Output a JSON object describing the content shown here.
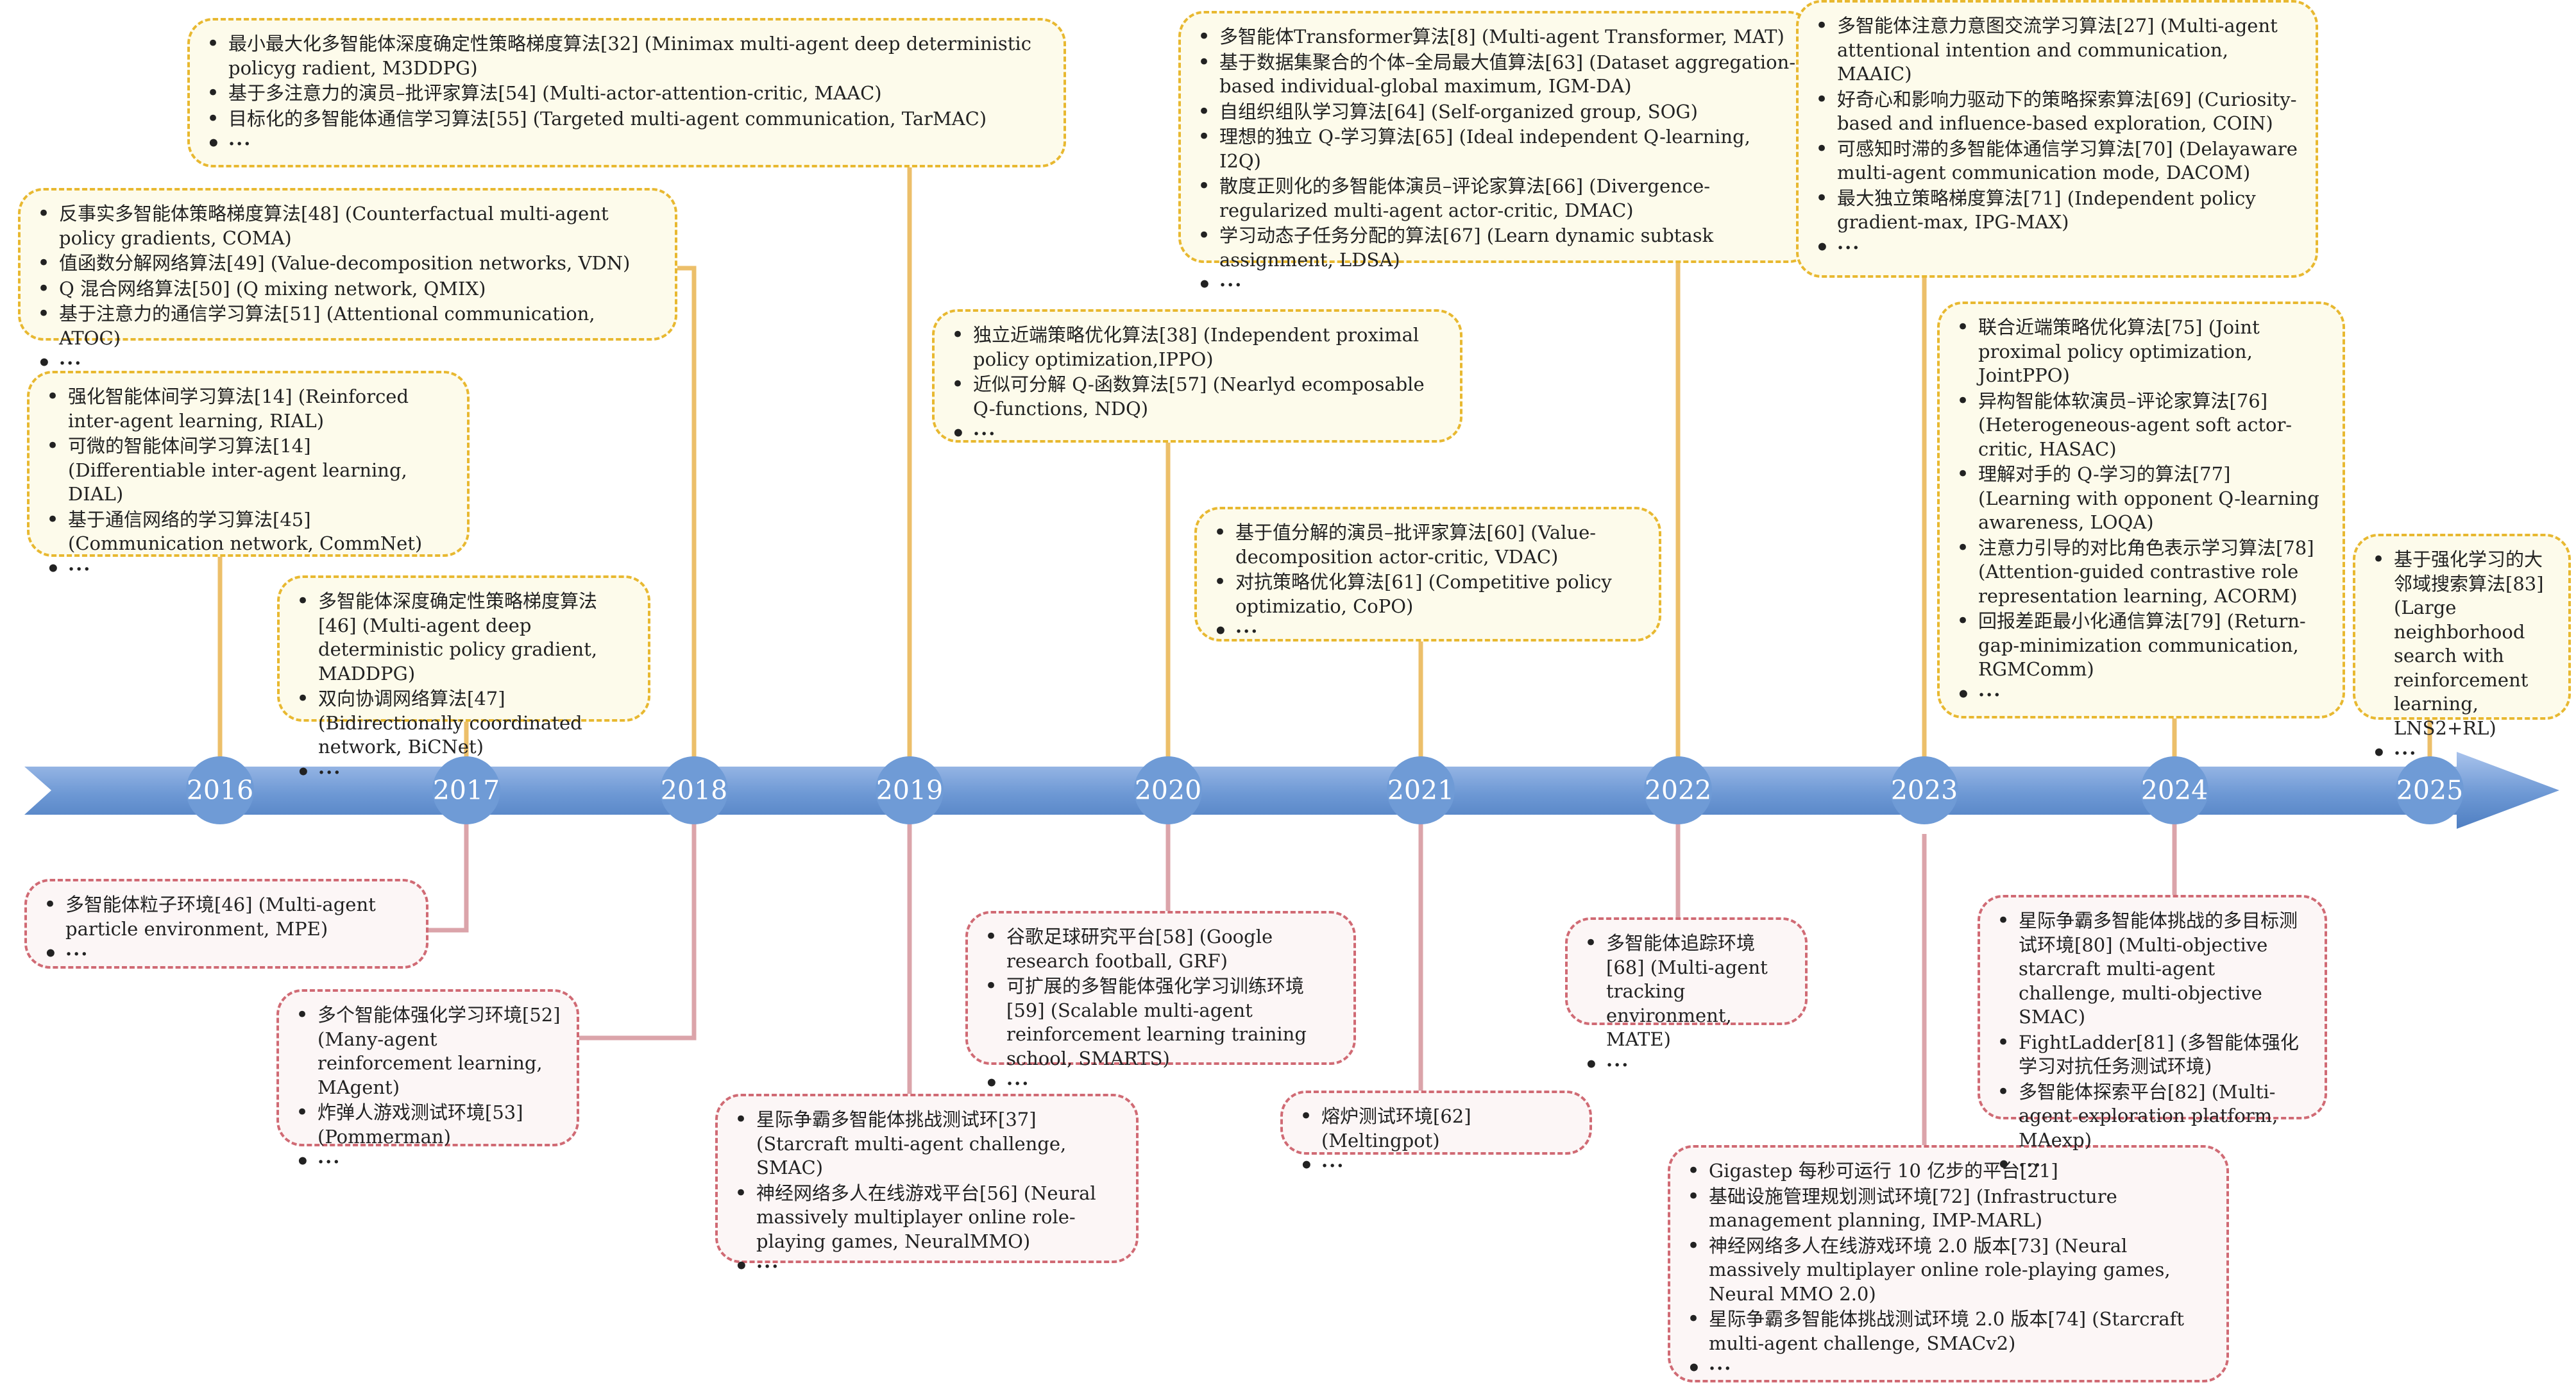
{
  "years": [
    "2016",
    "2017",
    "2018",
    "2019",
    "2020",
    "2021",
    "2022",
    "2023",
    "2024",
    "2025"
  ],
  "colors": {
    "axis": "#6b95d0",
    "year_marker": "#6f9bd6",
    "algorithm_border": "#e8b830",
    "algorithm_fill": "#fdfbeb",
    "environment_border": "#d06a74",
    "environment_fill": "#fcf6f6",
    "algorithm_link": "#ecbf6a",
    "environment_link": "#dba4aa"
  },
  "algorithm_boxes": [
    {
      "id": "a2018",
      "items": [
        "最小最大化多智能体深度确定性策略梯度算法[32] (Minimax multi-agent deep deterministic policyg radient, M3DDPG)",
        "基于多注意力的演员–批评家算法[54] (Multi-actor-attention-critic, MAAC)",
        "目标化的多智能体通信学习算法[55] (Targeted multi-agent communication, TarMAC)",
        "···"
      ]
    },
    {
      "id": "a2017",
      "items": [
        "反事实多智能体策略梯度算法[48] (Counterfactual multi-agent policy gradients, COMA)",
        "值函数分解网络算法[49] (Value-decomposition networks, VDN)",
        "Q 混合网络算法[50] (Q mixing network, QMIX)",
        "基于注意力的通信学习算法[51] (Attentional communication, ATOC)",
        "···"
      ]
    },
    {
      "id": "a2016",
      "items": [
        "强化智能体间学习算法[14] (Reinforced inter-agent learning, RIAL)",
        "可微的智能体间学习算法[14] (Differentiable inter-agent learning, DIAL)",
        "基于通信网络的学习算法[45] (Communication network, CommNet)",
        "···"
      ]
    },
    {
      "id": "a2017b",
      "items": [
        "多智能体深度确定性策略梯度算法[46] (Multi-agent deep deterministic policy gradient, MADDPG)",
        "双向协调网络算法[47] (Bidirectionally coordinated network, BiCNet)",
        "···"
      ]
    },
    {
      "id": "a2020",
      "items": [
        "独立近端策略优化算法[38] (Independent proximal policy optimization,IPPO)",
        "近似可分解 Q-函数算法[57] (Nearlyd ecomposable Q-functions, NDQ)",
        "···"
      ]
    },
    {
      "id": "a2022",
      "items": [
        "多智能体Transformer算法[8] (Multi-agent Transformer, MAT)",
        "基于数据集聚合的个体–全局最大值算法[63] (Dataset aggregation-based individual-global maximum, IGM-DA)",
        "自组织组队学习算法[64] (Self-organized group, SOG)",
        "理想的独立 Q-学习算法[65] (Ideal independent Q-learning, I2Q)",
        "散度正则化的多智能体演员–评论家算法[66] (Divergence-regularized multi-agent actor-critic, DMAC)",
        "学习动态子任务分配的算法[67] (Learn dynamic subtask assignment, LDSA)",
        "···"
      ]
    },
    {
      "id": "a2021",
      "items": [
        "基于值分解的演员–批评家算法[60] (Value-decomposition actor-critic, VDAC)",
        "对抗策略优化算法[61] (Competitive policy optimizatio, CoPO)",
        "···"
      ]
    },
    {
      "id": "a2023",
      "items": [
        "多智能体注意力意图交流学习算法[27] (Multi-agent attentional intention and communication, MAAIC)",
        "好奇心和影响力驱动下的策略探索算法[69] (Curiosity-based and influence-based exploration, COIN)",
        "可感知时滞的多智能体通信学习算法[70] (Delayaware multi-agent communication mode, DACOM)",
        "最大独立策略梯度算法[71] (Independent policy gradient-max, IPG-MAX)",
        "···"
      ]
    },
    {
      "id": "a2024",
      "items": [
        "联合近端策略优化算法[75] (Joint proximal policy optimization, JointPPO)",
        "异构智能体软演员–评论家算法[76] (Heterogeneous-agent soft actor-critic, HASAC)",
        "理解对手的 Q-学习的算法[77] (Learning with opponent Q-learning awareness, LOQA)",
        "注意力引导的对比角色表示学习算法[78] (Attention-guided contrastive role representation learning, ACORM)",
        "回报差距最小化通信算法[79] (Return-gap-minimization communication, RGMComm)",
        "···"
      ]
    },
    {
      "id": "a2025",
      "items": [
        "基于强化学习的大邻域搜索算法[83] (Large neighborhood search with reinforcement learning, LNS2+RL)",
        "···"
      ]
    }
  ],
  "environment_boxes": [
    {
      "id": "e2017",
      "items": [
        "多智能体粒子环境[46] (Multi-agent particle environment, MPE)",
        "···"
      ]
    },
    {
      "id": "e2018",
      "items": [
        "多个智能体强化学习环境[52] (Many-agent reinforcement learning, MAgent)",
        "炸弹人游戏测试环境[53] (Pommerman)",
        "···"
      ]
    },
    {
      "id": "e2019",
      "items": [
        "星际争霸多智能体挑战测试环[37] (Starcraft multi-agent challenge, SMAC)",
        "神经网络多人在线游戏平台[56] (Neural massively multiplayer online role-playing games, NeuralMMO)",
        "···"
      ]
    },
    {
      "id": "e2020",
      "items": [
        "谷歌足球研究平台[58] (Google research football, GRF)",
        "可扩展的多智能体强化学习训练环境[59] (Scalable multi-agent reinforcement learning training school, SMARTS)",
        "···"
      ]
    },
    {
      "id": "e2021",
      "items": [
        "熔炉测试环境[62] (Meltingpot)",
        "···"
      ]
    },
    {
      "id": "e2022",
      "items": [
        "多智能体追踪环境[68] (Multi-agent tracking environment, MATE)",
        "···"
      ]
    },
    {
      "id": "e2023",
      "items": [
        "Gigastep 每秒可运行 10 亿步的平台[21]",
        "基础设施管理规划测试环境[72] (Infrastructure management planning, IMP-MARL)",
        "神经网络多人在线游戏环境 2.0 版本[73] (Neural massively multiplayer online role-playing games, Neural MMO 2.0)",
        "星际争霸多智能体挑战测试环境 2.0 版本[74] (Starcraft multi-agent challenge, SMACv2)",
        "···"
      ]
    },
    {
      "id": "e2024",
      "items": [
        "星际争霸多智能体挑战的多目标测试环境[80] (Multi-objective starcraft multi-agent challenge, multi-objective SMAC)",
        "FightLadder[81] (多智能体强化学习对抗任务测试环境)",
        "多智能体探索平台[82] (Multi-agent exploration platform, MAexp)",
        "···"
      ]
    }
  ]
}
